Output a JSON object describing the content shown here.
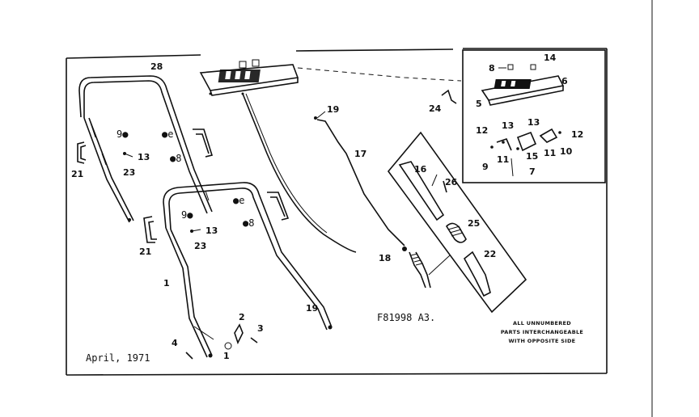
{
  "diagram": {
    "date": "April, 1971",
    "code": "F81998 A3.",
    "note": [
      "ALL UNNUMBERED",
      "PARTS INTERCHANGEABLE",
      "WITH OPPOSITE SIDE"
    ],
    "labels": {
      "l1": "1",
      "l2": "2",
      "l3": "3",
      "l4": "4",
      "l5": "5",
      "l6": "6",
      "l7": "7",
      "l8": "8",
      "l9": "9",
      "l10": "10",
      "l11a": "11",
      "l11b": "11",
      "l12a": "12",
      "l12b": "12",
      "l13a": "13",
      "l13b": "13",
      "l13c": "13",
      "l13d": "13",
      "l14": "14",
      "l15": "15",
      "l16": "16",
      "l17": "17",
      "l18": "18",
      "l19a": "19",
      "l19b": "19",
      "l21a": "21",
      "l21b": "21",
      "l22": "22",
      "l23a": "23",
      "l23b": "23",
      "l24": "24",
      "l25": "25",
      "l26": "26",
      "l28": "28"
    }
  }
}
